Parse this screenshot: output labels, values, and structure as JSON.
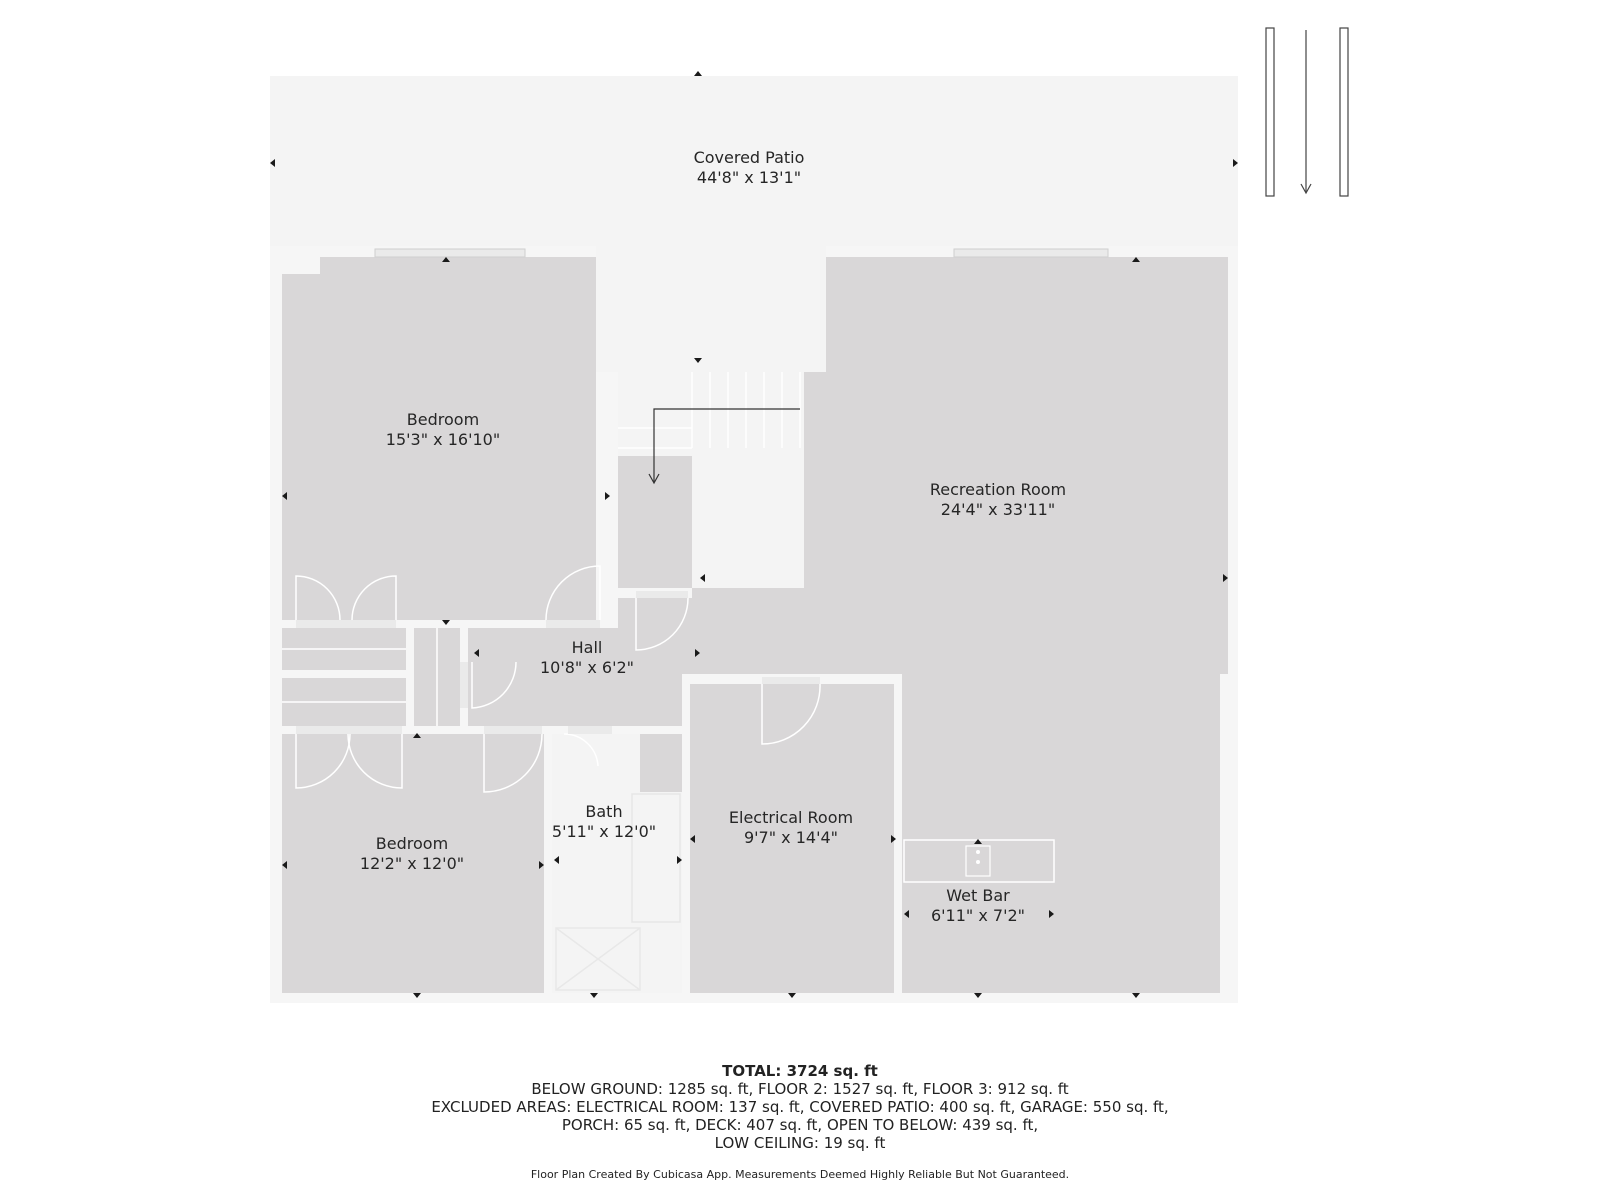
{
  "rooms": {
    "covered_patio": {
      "name": "Covered Patio",
      "dims": "44'8\" x 13'1\""
    },
    "bedroom_1": {
      "name": "Bedroom",
      "dims": "15'3\" x 16'10\""
    },
    "recreation_room": {
      "name": "Recreation Room",
      "dims": "24'4\" x 33'11\""
    },
    "hall": {
      "name": "Hall",
      "dims": "10'8\" x 6'2\""
    },
    "bath": {
      "name": "Bath",
      "dims": "5'11\" x 12'0\""
    },
    "bedroom_2": {
      "name": "Bedroom",
      "dims": "12'2\" x 12'0\""
    },
    "electrical_room": {
      "name": "Electrical Room",
      "dims": "9'7\" x 14'4\""
    },
    "wet_bar": {
      "name": "Wet Bar",
      "dims": "6'11\" x 7'2\""
    }
  },
  "summary": {
    "total": "TOTAL: 3724 sq. ft",
    "line1": "BELOW GROUND: 1285 sq. ft, FLOOR 2: 1527 sq. ft, FLOOR 3: 912 sq. ft",
    "line2": "EXCLUDED AREAS: ELECTRICAL ROOM: 137 sq. ft, COVERED PATIO: 400 sq. ft, GARAGE: 550 sq. ft,",
    "line3": "PORCH: 65 sq. ft, DECK: 407 sq. ft, OPEN TO BELOW: 439 sq. ft,",
    "line4": "LOW CEILING: 19 sq. ft"
  },
  "credit": "Floor Plan Created By Cubicasa App. Measurements Deemed Highly Reliable But Not Guaranteed.",
  "colors": {
    "room_fill": "#d9d7d8",
    "patio_fill": "#f5f5f5",
    "wall": "#ffffff",
    "marker": "#1a1a1a"
  }
}
